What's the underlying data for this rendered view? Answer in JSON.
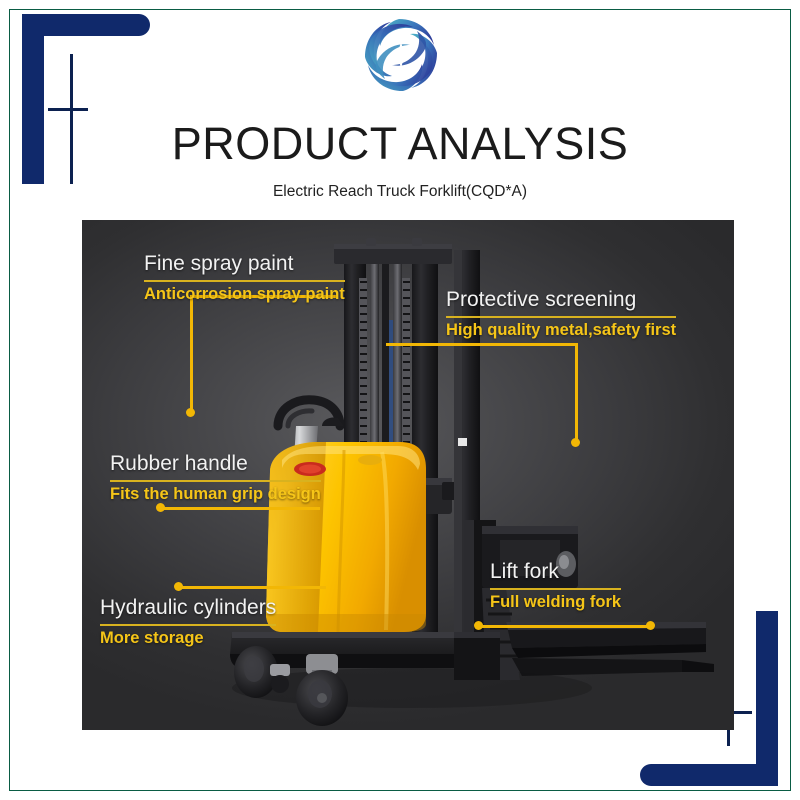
{
  "page": {
    "title": "PRODUCT ANALYSIS",
    "subtitle": "Electric Reach Truck Forklift(CQD*A)",
    "accent_color": "#f2b705",
    "heading_color": "#f2f2f2",
    "frame_color": "#10296b",
    "border_color": "#0a5c44",
    "panel_bg": "#3c3c3f"
  },
  "logo": {
    "name": "swirl-spiral-logo",
    "color_start": "#4aa8c0",
    "color_end": "#2b3a8f"
  },
  "annotations": [
    {
      "id": "fine-spray-paint",
      "heading": "Fine spray paint",
      "sub": "Anticorrosion spray paint"
    },
    {
      "id": "protective-screening",
      "heading": "Protective screening",
      "sub": "High quality metal,safety first"
    },
    {
      "id": "rubber-handle",
      "heading": "Rubber handle",
      "sub": "Fits the human grip design"
    },
    {
      "id": "hydraulic-cylinders",
      "heading": "Hydraulic cylinders",
      "sub": "More storage"
    },
    {
      "id": "lift-fork",
      "heading": "Lift fork",
      "sub": "Full welding fork"
    }
  ]
}
